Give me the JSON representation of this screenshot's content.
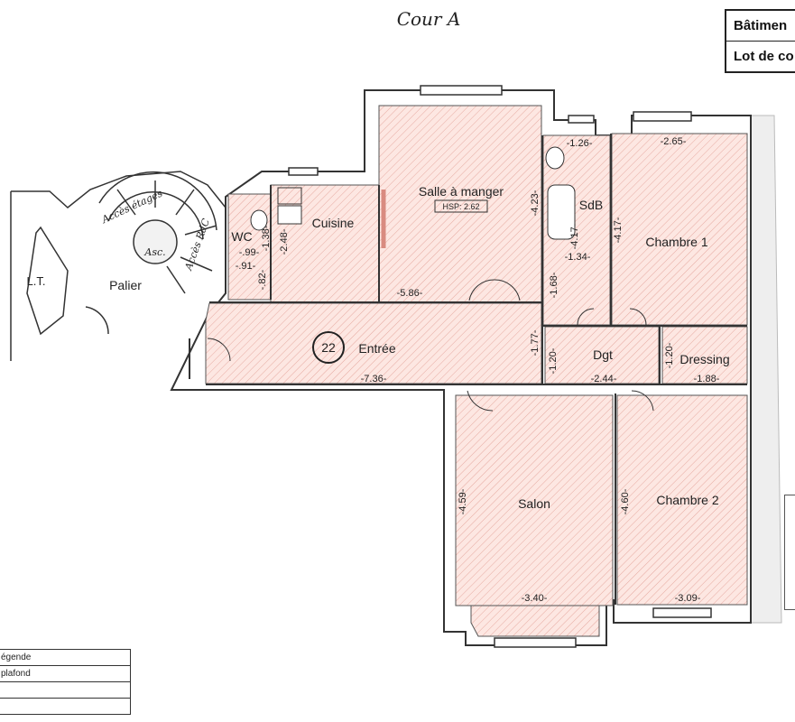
{
  "header": {
    "courtyard_label": "Cour A"
  },
  "title_block": {
    "row1": "Bâtimen",
    "row2": "Lot de co"
  },
  "apartment_number": "22",
  "rooms": {
    "salle_a_manger": "Salle à manger",
    "hsp": "HSP:  2.62",
    "cuisine": "Cuisine",
    "wc": "WC",
    "sdb": "SdB",
    "chambre1": "Chambre 1",
    "entree": "Entrée",
    "dgt": "Dgt",
    "dressing": "Dressing",
    "salon": "Salon",
    "chambre2": "Chambre 2",
    "palier": "Palier",
    "lt": "L.T.",
    "asc": "Asc.",
    "acces_etages": "Accès étages",
    "acces_rdc": "Accès RdC"
  },
  "dimensions": {
    "sdb_top": "-1.26-",
    "ch1_top": "-2.65-",
    "sam_side": "-4.23-",
    "sdb_side": "-4.17-",
    "ch1_side": "-4.17-",
    "sdb_bottom": "-1.34-",
    "dgt_left": "-1.68-",
    "wc_w": "-.99-",
    "wc_h": "-1.38-",
    "wc_b": "-.91-",
    "wc_c": "-.82-",
    "cuisine_side": "-2.48-",
    "sam_bottom": "-5.86-",
    "entree_right": "-1.77-",
    "dgt_side": "-1.20-",
    "dressing_side": "-1.20-",
    "entree_bottom": "-7.36-",
    "dgt_bottom": "-2.44-",
    "dressing_bottom": "-1.88-",
    "salon_side": "-4.59-",
    "ch2_side": "-4.60-",
    "salon_bottom": "-3.40-",
    "ch2_bottom": "-3.09-"
  },
  "legend": {
    "title": "égende",
    "row1": "plafond"
  },
  "colors": {
    "room_fill": "#fde7e2",
    "hatch": "#e6a9a0",
    "wall": "#ffffff",
    "wall_stroke": "#333333",
    "shaft": "#eeeeee"
  }
}
